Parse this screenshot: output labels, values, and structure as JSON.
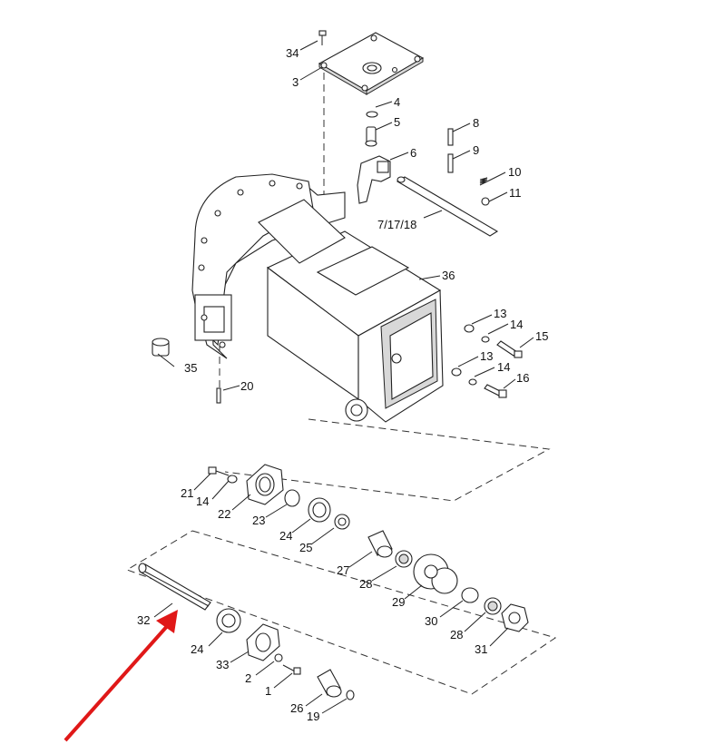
{
  "diagram": {
    "labels": {
      "p34": "34",
      "p3": "3",
      "p4": "4",
      "p5": "5",
      "p6": "6",
      "p8": "8",
      "p9": "9",
      "p10": "10",
      "p11": "11",
      "p7_17_18": "7/17/18",
      "p36": "36",
      "p13a": "13",
      "p14a": "14",
      "p15": "15",
      "p13b": "13",
      "p14b": "14",
      "p16": "16",
      "p35": "35",
      "p20": "20",
      "p21": "21",
      "p14c": "14",
      "p22": "22",
      "p23": "23",
      "p24a": "24",
      "p25": "25",
      "p27": "27",
      "p28a": "28",
      "p29": "29",
      "p30": "30",
      "p28b": "28",
      "p31": "31",
      "p32": "32",
      "p24b": "24",
      "p33": "33",
      "p2": "2",
      "p1": "1",
      "p26": "26",
      "p19": "19"
    },
    "arrow_color": "#e01818"
  }
}
